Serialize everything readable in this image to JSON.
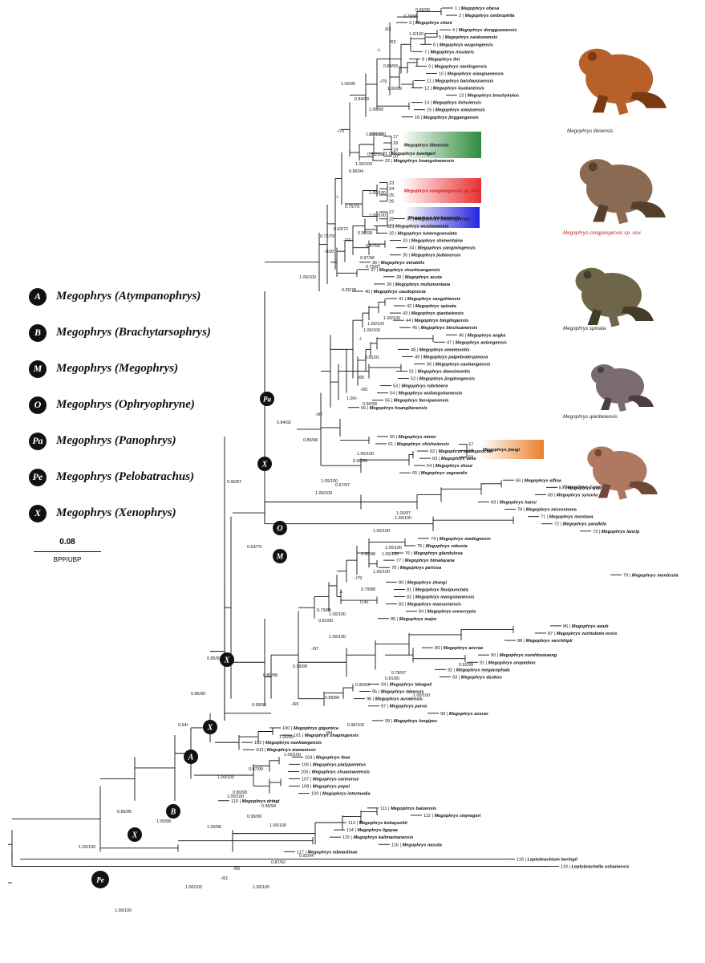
{
  "leaves": [
    {
      "n": "1",
      "s": "Megophrys obesa"
    },
    {
      "n": "2",
      "s": "Megophrys ombrophila"
    },
    {
      "n": "3",
      "s": "Megophrys cheni"
    },
    {
      "n": "4",
      "s": "Megophrys dongguanensis"
    },
    {
      "n": "5",
      "s": "Megophrys nankunensis"
    },
    {
      "n": "6",
      "s": "Megophrys wugongensis"
    },
    {
      "n": "7",
      "s": "Megophrys insularis"
    },
    {
      "n": "8",
      "s": "Megophrys lini"
    },
    {
      "n": "9",
      "s": "Megophrys nanlingensis"
    },
    {
      "n": "10",
      "s": "Megophrys xiangnanensis"
    },
    {
      "n": "11",
      "s": "Megophrys baishanzuensis"
    },
    {
      "n": "12",
      "s": "Megophrys kuatunensis"
    },
    {
      "n": "13",
      "s": "Megophrys brachykolos"
    },
    {
      "n": "14",
      "s": "Megophrys lishuiensis"
    },
    {
      "n": "15",
      "s": "Megophrys xianjuensis"
    },
    {
      "n": "16",
      "s": "Megophrys jinggangensis"
    },
    {
      "n": "21",
      "s": "Megophrys boettgeri"
    },
    {
      "n": "22",
      "s": "Megophrys huangshanensis"
    },
    {
      "n": "30",
      "s": "Megophrys baolongensis"
    },
    {
      "n": "31",
      "s": "Megophrys wushanensis"
    },
    {
      "n": "32",
      "s": "Megophrys tuberogranulata"
    },
    {
      "n": "33",
      "s": "Megophrys shimentaina"
    },
    {
      "n": "34",
      "s": "Megophrys yangmingensis"
    },
    {
      "n": "35",
      "s": "Megophrys jiulianensis"
    },
    {
      "n": "36",
      "s": "Megophrys mirabilis"
    },
    {
      "n": "37",
      "s": "Megophrys shunhuangensis"
    },
    {
      "n": "38",
      "s": "Megophrys acuta"
    },
    {
      "n": "39",
      "s": "Megophrys mufumontana"
    },
    {
      "n": "40",
      "s": "Megophrys caudoprocta"
    },
    {
      "n": "41",
      "s": "Megophrys sangzhiensis"
    },
    {
      "n": "42",
      "s": "Megophrys spinata"
    },
    {
      "n": "43",
      "s": "Megophrys qianbeiensis"
    },
    {
      "n": "44",
      "s": "Megophrys binglingensis"
    },
    {
      "n": "45",
      "s": "Megophrys binchuanensis"
    },
    {
      "n": "46",
      "s": "Megophrys angka"
    },
    {
      "n": "47",
      "s": "Megophrys anlongensis"
    },
    {
      "n": "48",
      "s": "Megophrys omeimontis"
    },
    {
      "n": "49",
      "s": "Megophrys palpebralespinosa"
    },
    {
      "n": "50",
      "s": "Megophrys caobangensis"
    },
    {
      "n": "51",
      "s": "Megophrys dawsimontis"
    },
    {
      "n": "52",
      "s": "Megophrys jingdongensis"
    },
    {
      "n": "53",
      "s": "Megophrys rubrimera"
    },
    {
      "n": "54",
      "s": "Megophrys wuliangshanensis"
    },
    {
      "n": "55",
      "s": "Megophrys fansipanensis"
    },
    {
      "n": "56",
      "s": "Megophrys hoanglienensis"
    },
    {
      "n": "60",
      "s": "Megophrys minor"
    },
    {
      "n": "61",
      "s": "Megophrys chishuiensis"
    },
    {
      "n": "62",
      "s": "Megophrys pachyproctus"
    },
    {
      "n": "63",
      "s": "Megophrys vese"
    },
    {
      "n": "64",
      "s": "Megophrys zhoui"
    },
    {
      "n": "65",
      "s": "Megophrys vegrandis"
    },
    {
      "n": "66",
      "s": "Megophrys elfina"
    },
    {
      "n": "67",
      "s": "Megophrys gerti"
    },
    {
      "n": "68",
      "s": "Megophrys synoria"
    },
    {
      "n": "69",
      "s": "Megophrys hansi"
    },
    {
      "n": "70",
      "s": "Megophrys microstoma"
    },
    {
      "n": "71",
      "s": "Megophrys montana"
    },
    {
      "n": "72",
      "s": "Megophrys parallela"
    },
    {
      "n": "73",
      "s": "Megophrys lancip"
    },
    {
      "n": "74",
      "s": "Megophrys medogensis"
    },
    {
      "n": "75",
      "s": "Megophrys robusta"
    },
    {
      "n": "76",
      "s": "Megophrys glandulosa"
    },
    {
      "n": "77",
      "s": "Megophrys himalayana"
    },
    {
      "n": "78",
      "s": "Megophrys periosa"
    },
    {
      "n": "79",
      "s": "Megophrys monticola"
    },
    {
      "n": "80",
      "s": "Megophrys zhangi"
    },
    {
      "n": "81",
      "s": "Megophrys flavipunctata"
    },
    {
      "n": "82",
      "s": "Megophrys mangshanensis"
    },
    {
      "n": "83",
      "s": "Megophrys maosonensis"
    },
    {
      "n": "84",
      "s": "Megophrys oreocrypta"
    },
    {
      "n": "85",
      "s": "Megophrys major"
    },
    {
      "n": "86",
      "s": "Megophrys awuh"
    },
    {
      "n": "87",
      "s": "Megophrys zunheboto ensis"
    },
    {
      "n": "88",
      "s": "Megophrys serchhipii"
    },
    {
      "n": "89",
      "s": "Megophrys ancrae"
    },
    {
      "n": "90",
      "s": "Megophrys numhbumaeng"
    },
    {
      "n": "91",
      "s": "Megophrys oropedion"
    },
    {
      "n": "92",
      "s": "Megophrys megacephala"
    },
    {
      "n": "93",
      "s": "Megophrys dzukou"
    },
    {
      "n": "94",
      "s": "Megophrys takaguli"
    },
    {
      "n": "95",
      "s": "Megophrys takensis"
    },
    {
      "n": "96",
      "s": "Megophrys auralensis"
    },
    {
      "n": "97",
      "s": "Megophrys parva"
    },
    {
      "n": "98",
      "s": "Megophrys aceras"
    },
    {
      "n": "99",
      "s": "Megophrys longipes"
    },
    {
      "n": "100",
      "s": "Megophrys gigantica"
    },
    {
      "n": "101",
      "s": "Megophrys shapingensis"
    },
    {
      "n": "102",
      "s": "Megophrys nankiangensis"
    },
    {
      "n": "103",
      "s": "Megophrys wawuensis"
    },
    {
      "n": "104",
      "s": "Megophrys feae"
    },
    {
      "n": "105",
      "s": "Megophrys platyparietus"
    },
    {
      "n": "106",
      "s": "Megophrys chuannanensis"
    },
    {
      "n": "107",
      "s": "Megophrys carinense"
    },
    {
      "n": "108",
      "s": "Megophrys popei"
    },
    {
      "n": "109",
      "s": "Megophrys intermedia"
    },
    {
      "n": "110",
      "s": "Megophrys dringi"
    },
    {
      "n": "111",
      "s": "Megophrys baluensis"
    },
    {
      "n": "112",
      "s": "Megophrys stejnegeri"
    },
    {
      "n": "113",
      "s": "Megophrys kobayashii"
    },
    {
      "n": "114",
      "s": "Megophrys ligayae"
    },
    {
      "n": "115",
      "s": "Megophrys kalimantanensis"
    },
    {
      "n": "116",
      "s": "Megophrys nasuta"
    },
    {
      "n": "117",
      "s": "Megophrys edwardinae"
    },
    {
      "n": "118",
      "s": "Leptobrachium boringii"
    },
    {
      "n": "119",
      "s": "Leptobrachella oshanensis"
    }
  ],
  "groups": [
    {
      "id": "lib",
      "nums": [
        "17",
        "18",
        "19",
        "20"
      ],
      "name": "Megophrys liboensis",
      "color": "#2e8b3a",
      "text_color": "#111"
    },
    {
      "id": "con",
      "nums": [
        "23",
        "24",
        "25",
        "26"
      ],
      "name": "Megophrys congjiangensis sp. nov.",
      "color": "#e83030",
      "text_color": "#d01818"
    },
    {
      "id": "lei",
      "nums": [
        "27",
        "28",
        "29"
      ],
      "name": "Megophrys leishanensis",
      "color": "#2424e0",
      "text_color": "#111"
    },
    {
      "id": "jia",
      "nums": [
        "57",
        "58",
        "59"
      ],
      "name": "Megophrys jiangi",
      "color": "#e9802a",
      "text_color": "#111"
    }
  ],
  "supports": [
    "0.96/99",
    "0.79/95",
    "/63",
    "1.0/100",
    "/63",
    "-/-",
    "0.84/99",
    "-/79",
    "1.00/99",
    "1.00/95",
    "0.84/99",
    "1.00/99",
    "1.00/100",
    "-/75",
    "1.00/100",
    "0.73/100",
    "1.00/100",
    "0.86/94",
    "1.00/100",
    "0.75/79",
    "1.00/100",
    "-/-",
    "0.63/72",
    "0.72/79",
    "-/72",
    "0.96/99",
    "0.97/93",
    "0.97/96",
    "0.75/87",
    "-/100",
    "0.65/78",
    "1.00/100",
    "1.00/100",
    "1.00/100",
    "1.00/100",
    "-/-",
    "0.61/91",
    "-/65",
    "-/65",
    "1.00/-",
    "0.96/99",
    "-/97",
    "0.89/98",
    "1.00/100",
    "0.96/96",
    "1.00/100",
    "1.00/100",
    "0.67/97",
    "0.84/92",
    "1.00/100",
    "1.00/100",
    "1.00/97",
    "1.00/100",
    "1.00/100",
    "1.00/98",
    "0.63/79",
    "0.90/87",
    "-/79",
    "1.00/100",
    "0.79/88",
    "0.45",
    "-/-",
    "0.73/89",
    "1.00/100",
    "0.81/90",
    "1.00/100",
    "-/97",
    "0.99/99",
    "0.92/99",
    "0.78/97",
    "0.81/65",
    "0.90/83",
    "1.00/100",
    "0.89/84",
    "-/69",
    "0.80/98",
    "0.99/96",
    "0.96/100",
    "-/84",
    "1.00/99",
    "1.00/100",
    "0.85/92",
    "0.86/90",
    "0.64/-",
    "0.97/99",
    "1.00/100",
    "0.80/99",
    "1.00/100",
    "0.96/94",
    "-/-",
    "0.99/99",
    "1.00/100",
    "1.00/96",
    "1.00/98",
    "0.86/95",
    "1.00/100",
    "0.92/94",
    "0.87/92",
    "-/65",
    "-/61",
    "1.00/100",
    "1.00/100",
    "1.00/100"
  ],
  "legend": [
    {
      "code": "A",
      "genus": "Megophrys",
      "sub": "(Atympanophrys)"
    },
    {
      "code": "B",
      "genus": "Megophrys",
      "sub": "(Brachytarsophrys)"
    },
    {
      "code": "M",
      "genus": "Megophrys",
      "sub": "(Megophrys)"
    },
    {
      "code": "O",
      "genus": "Megophrys",
      "sub": "(Ophryophryne)"
    },
    {
      "code": "Pa",
      "genus": "Megophrys",
      "sub": "(Panophrys)"
    },
    {
      "code": "Pe",
      "genus": "Megophrys",
      "sub": "(Pelobatrachus)"
    },
    {
      "code": "X",
      "genus": "Megophrys",
      "sub": "(Xenophrys)"
    }
  ],
  "clade_markers": [
    "Pa",
    "X",
    "O",
    "M",
    "X",
    "X",
    "A",
    "B",
    "X",
    "Pe"
  ],
  "scale": {
    "value": "0.08",
    "label": "BPP/UBP"
  },
  "photos": [
    {
      "caption": "Megophrys liboensis",
      "body": "#b8602a",
      "dark": "#7a3a14",
      "highlight": false
    },
    {
      "caption": "Megophrys congjiangensis sp. nov.",
      "body": "#8a6a52",
      "dark": "#55402e",
      "highlight": true
    },
    {
      "caption": "Megophrys spinata",
      "body": "#6f6548",
      "dark": "#433c28",
      "highlight": false
    },
    {
      "caption": "Megophrys qianbeiensis",
      "body": "#7a6a72",
      "dark": "#4a3e46",
      "highlight": false
    },
    {
      "caption": "Megophrys jiangi",
      "body": "#b07860",
      "dark": "#704838",
      "highlight": false
    }
  ]
}
